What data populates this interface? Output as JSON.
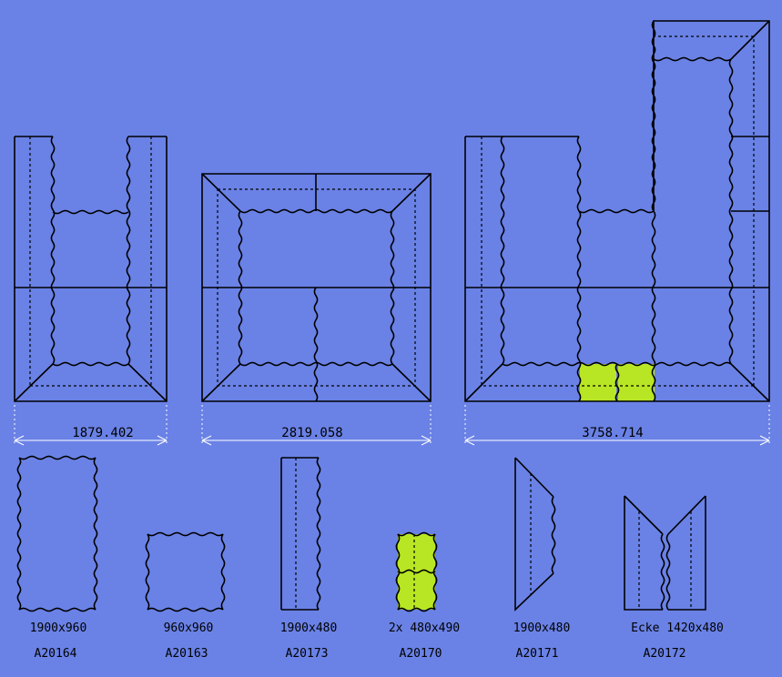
{
  "colors": {
    "background": "#6a82e6",
    "highlight": "#b8e624",
    "line": "#000000",
    "dimension": "#ffffff"
  },
  "layouts": [
    {
      "name": "u-shape",
      "width_label": "1879.402"
    },
    {
      "name": "square-frame",
      "width_label": "2819.058"
    },
    {
      "name": "l-shape-large",
      "width_label": "3758.714"
    }
  ],
  "parts": [
    {
      "size": "1900x960",
      "code": "A20164"
    },
    {
      "size": "960x960",
      "code": "A20163"
    },
    {
      "size": "1900x480",
      "code": "A20173"
    },
    {
      "size": "2x 480x490",
      "code": "A20170"
    },
    {
      "size": "1900x480",
      "code": "A20171"
    },
    {
      "size": "Ecke 1420x480",
      "code": "A20172"
    }
  ]
}
